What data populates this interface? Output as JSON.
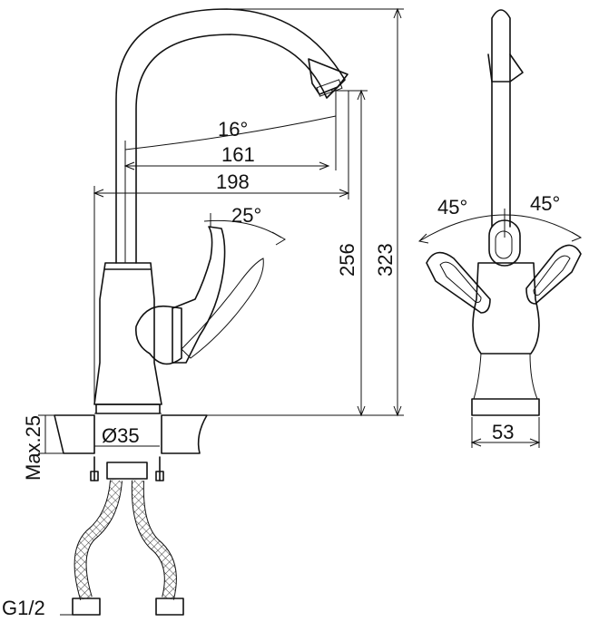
{
  "dimensions": {
    "spout_angle": "16°",
    "reach_inner": "161",
    "reach_outer": "198",
    "handle_angle": "25°",
    "outlet_height": "256",
    "total_height": "323",
    "left_swing": "45°",
    "right_swing": "45°",
    "body_width": "53",
    "base_diameter": "Ø35",
    "max_thickness": "Max.25",
    "thread": "G1/2"
  },
  "colors": {
    "line": "#111111",
    "background": "#ffffff"
  }
}
